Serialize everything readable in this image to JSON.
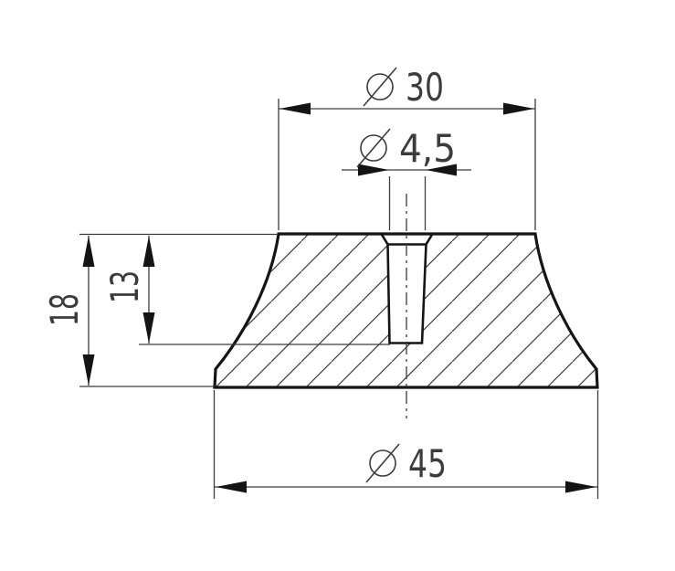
{
  "page": {
    "background": "#ffffff",
    "description": "Engineering drawing: sectional view of a concave frustum part with central tapered hole"
  },
  "drawing": {
    "view": "cross-section",
    "colors": {
      "outline": "#151515",
      "thin_line": "#3c3c3c",
      "text": "#3c3c3c",
      "hatch": "#3d3d3d",
      "background": "#ffffff"
    },
    "dimensions": {
      "top_diameter": {
        "symbol": "⌀",
        "value": "30",
        "label": "⌀ 30"
      },
      "hole_diameter": {
        "symbol": "⌀",
        "value": "4,5",
        "label": "⌀ 4,5"
      },
      "base_diameter": {
        "symbol": "⌀",
        "value": "45",
        "label": "⌀ 45"
      },
      "overall_height": {
        "value": "18",
        "label": "18"
      },
      "hole_depth": {
        "value": "13",
        "label": "13"
      }
    }
  }
}
